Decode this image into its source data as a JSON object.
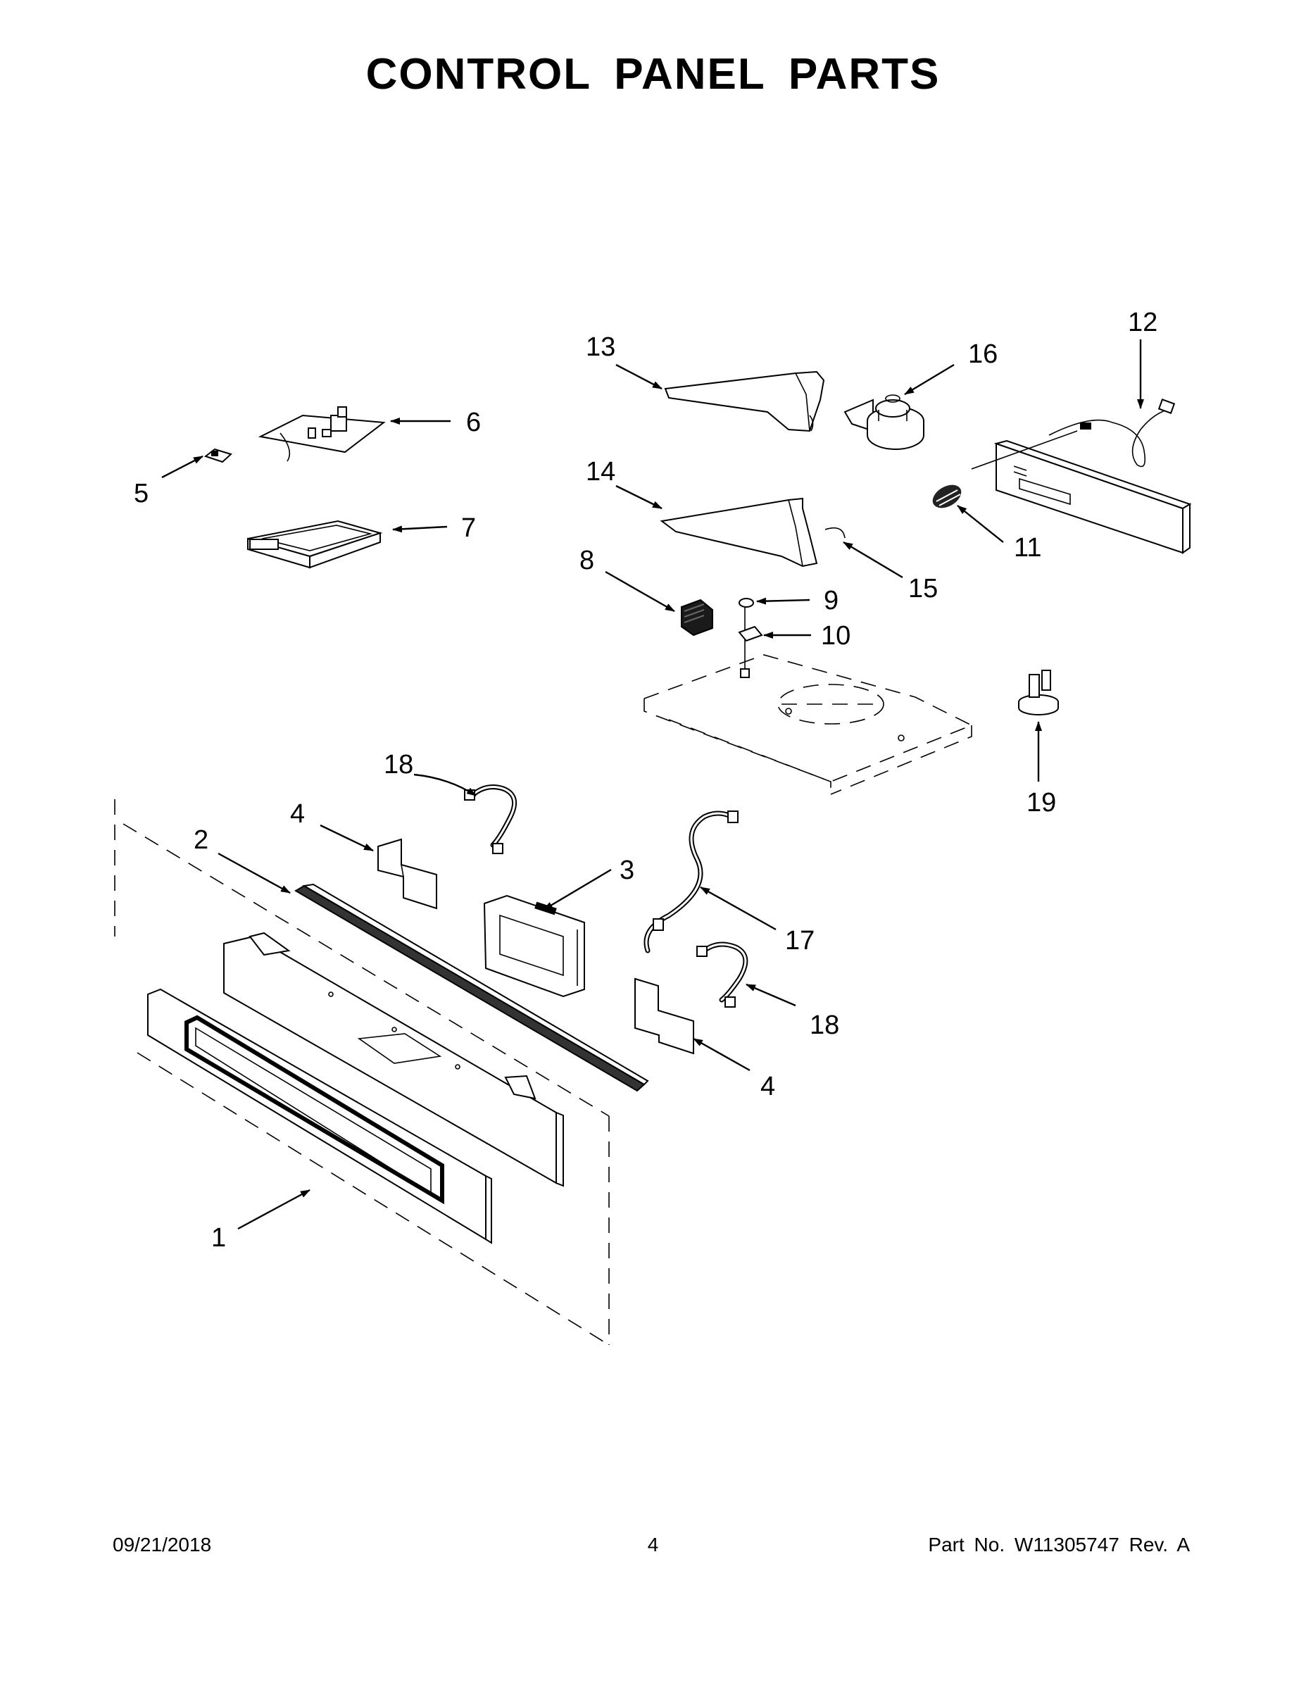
{
  "title": "CONTROL PANEL PARTS",
  "footer": {
    "date": "09/21/2018",
    "page": "4",
    "part_no": "Part No.  W11305747  Rev.  A"
  },
  "callouts": {
    "c1": "1",
    "c2": "2",
    "c3": "3",
    "c4a": "4",
    "c4b": "4",
    "c5": "5",
    "c6": "6",
    "c7": "7",
    "c8": "8",
    "c9": "9",
    "c10": "10",
    "c11": "11",
    "c12": "12",
    "c13": "13",
    "c14": "14",
    "c15": "15",
    "c16": "16",
    "c17": "17",
    "c18a": "18",
    "c18b": "18",
    "c19": "19"
  }
}
